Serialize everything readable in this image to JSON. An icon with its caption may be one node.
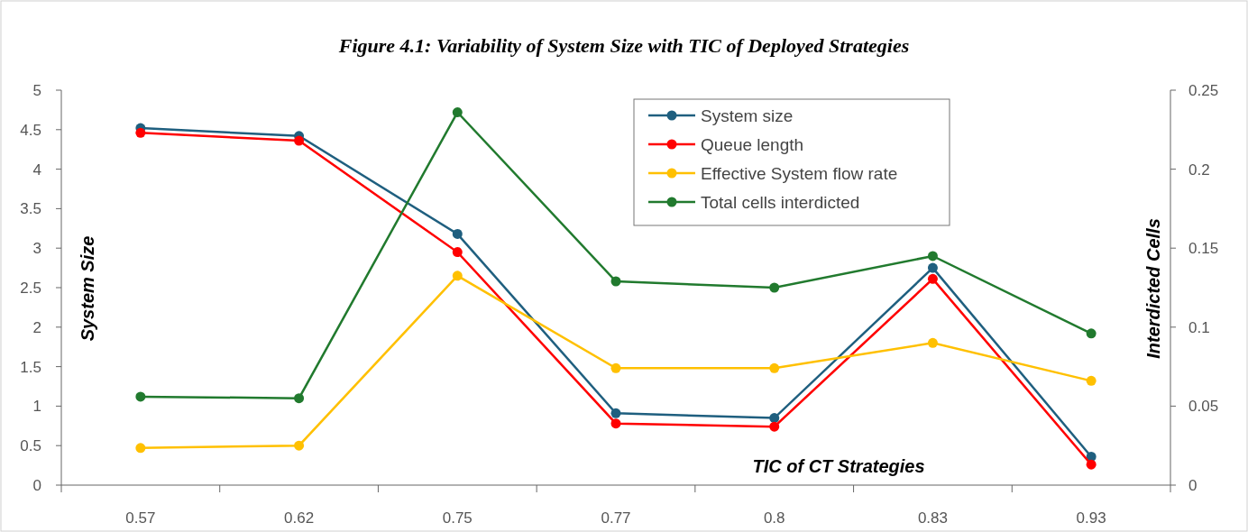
{
  "diagram": {
    "title": "Figure 4.1: Variability of System Size with TIC of Deployed Strategies",
    "chart_data": {
      "type": "line",
      "xlabel": "TIC of CT Strategies",
      "ylabel": "System Size",
      "y2label": "Interdicted Cells",
      "categories": [
        "0.57",
        "0.62",
        "0.75",
        "0.77",
        "0.8",
        "0.83",
        "0.93"
      ],
      "ylim": [
        0,
        5
      ],
      "yticks": [
        0,
        0.5,
        1,
        1.5,
        2,
        2.5,
        3,
        3.5,
        4,
        4.5,
        5
      ],
      "y2lim": [
        0,
        0.25
      ],
      "y2ticks": [
        0,
        0.05,
        0.1,
        0.15,
        0.2,
        0.25
      ],
      "legend": true,
      "series": [
        {
          "name": "System size",
          "color": "#1f5f7f",
          "marker": "circle",
          "values": [
            4.52,
            4.42,
            3.18,
            0.91,
            0.85,
            2.75,
            0.36
          ]
        },
        {
          "name": "Queue length",
          "color": "#ff0000",
          "marker": "circle",
          "values": [
            4.46,
            4.36,
            2.95,
            0.78,
            0.74,
            2.61,
            0.26
          ]
        },
        {
          "name": "Effective System flow rate",
          "color": "#ffc000",
          "marker": "circle",
          "values": [
            0.47,
            0.5,
            2.65,
            1.48,
            1.48,
            1.8,
            1.32
          ]
        },
        {
          "name": "Total cells interdicted",
          "color": "#217a2e",
          "marker": "circle",
          "axis": "y2",
          "values": [
            0.056,
            0.055,
            0.236,
            0.129,
            0.125,
            0.145,
            0.096
          ]
        }
      ]
    }
  }
}
